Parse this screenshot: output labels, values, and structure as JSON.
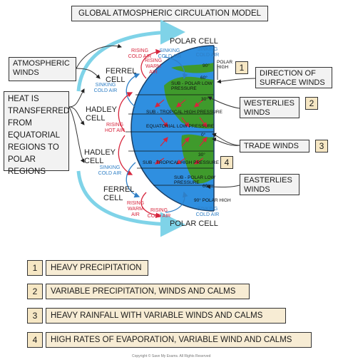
{
  "title": "GLOBAL ATMOSPHERIC CIRCULATION MODEL",
  "left_labels": {
    "atmospheric_winds": "ATMOSPHERIC WINDS",
    "heat": "HEAT IS TRANSFERRED FROM EQUATORIAL REGIONS TO POLAR REGIONS"
  },
  "cells": {
    "polar_top": "POLAR CELL",
    "ferrel_top": "FERREL CELL",
    "hadley_top": "HADLEY CELL",
    "hadley_bottom": "HADLEY CELL",
    "ferrel_bottom": "FERREL CELL",
    "polar_bottom": "POLAR CELL"
  },
  "air_labels": {
    "rising_cold_air": "RISING COLD AIR",
    "sinking_cold_air_top": "SINKING COLD AIR",
    "rising_warm_air_top": "RISING WARM AIR",
    "sinking_cold_air_mid_top": "SINKING COLD AIR",
    "rising_hot_air": "RISING HOT AIR",
    "sinking_cold_air_mid_bottom": "SINKING COLD AIR",
    "sinking_cold_air_bottom": "SINKING COLD AIR",
    "rising_warm_air_bottom": "RISING WARM AIR",
    "rising_cold_air_bottom": "RISING COLD AIR",
    "sinking_cold_air_polar_bottom": "SINKING COLD AIR"
  },
  "globe_labels": {
    "lat_90_top": "90°",
    "polar_high_top": "POLAR HIGH",
    "lat_60_top": "60°",
    "sub_polar_low_top": "SUB - POLAR LOW PRESSURE",
    "lat_30_top": "30°",
    "sub_tropical_high_top": "SUB - TROPICAL HIGH PRESSURE",
    "lat_0": "0°",
    "equatorial_low": "EQUATORIAL LOW PRESSURE",
    "lat_30_bottom": "30°",
    "sub_tropical_high_bottom": "SUB - TROPICAL HIGH PRESSURE",
    "sub_polar_low_bottom": "SUB - POLAR LOW PRESSURE",
    "lat_60_bottom": "60°",
    "polar_high_bottom": "90° POLAR HIGH"
  },
  "right_labels": {
    "direction": "DIRECTION OF SURFACE WINDS",
    "westerlies": "WESTERLIES WINDS",
    "trade": "TRADE WINDS",
    "easterlies": "EASTERLIES WINDS"
  },
  "markers": [
    "1",
    "2",
    "3",
    "4"
  ],
  "legend": [
    {
      "num": "1",
      "text": "HEAVY PRECIPITATION"
    },
    {
      "num": "2",
      "text": "VARIABLE PRECIPITATION, WINDS AND CALMS"
    },
    {
      "num": "3",
      "text": "HEAVY RAINFALL WITH VARIABLE WINDS AND CALMS"
    },
    {
      "num": "4",
      "text": "HIGH RATES OF EVAPORATION, VARIABLE WIND AND CALMS"
    }
  ],
  "copyright": "Copyright © Save My Exams. All Rights Reserved",
  "colors": {
    "ocean": "#2f8fe0",
    "land": "#3f9a2c",
    "rising": "#d7263d",
    "sinking": "#2f7fc6",
    "arc": "#7fd3e8",
    "marker_fill": "#f6e7c4"
  }
}
